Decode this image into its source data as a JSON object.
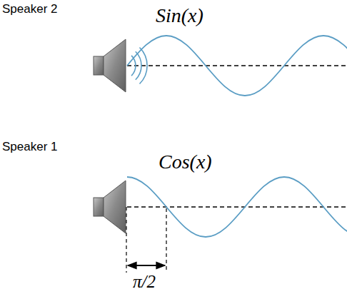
{
  "diagram": {
    "labels": [
      "Speaker 2",
      "Sin(x)",
      "Speaker 1",
      "Cos(x)",
      "π/2"
    ]
  }
}
